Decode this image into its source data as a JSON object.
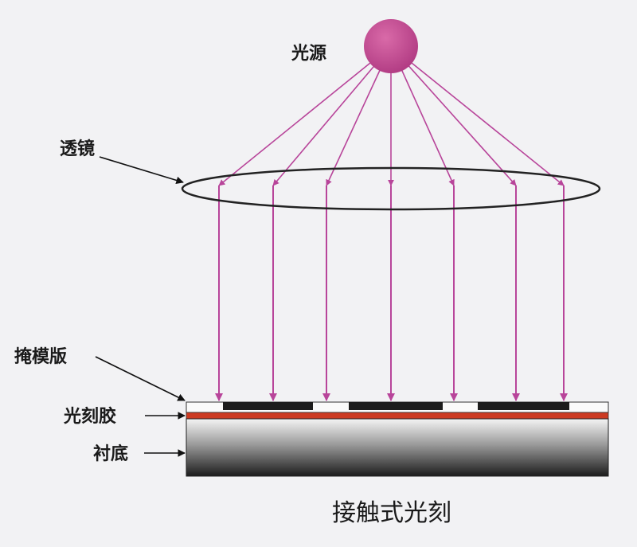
{
  "labels": {
    "light_source": "光源",
    "lens": "透镜",
    "mask": "掩模版",
    "photoresist": "光刻胶",
    "substrate": "衬底",
    "caption": "接触式光刻"
  },
  "colors": {
    "background": "#f2f2f4",
    "light_source": "#c2448f",
    "ray": "#b8459a",
    "lens_outline": "#222222",
    "mask_blocks": "#1c1c1c",
    "photoresist": "#cc3a22",
    "substrate_top": "#f4f4f4",
    "substrate_bottom": "#1c1c1c",
    "pointer": "#111111"
  }
}
